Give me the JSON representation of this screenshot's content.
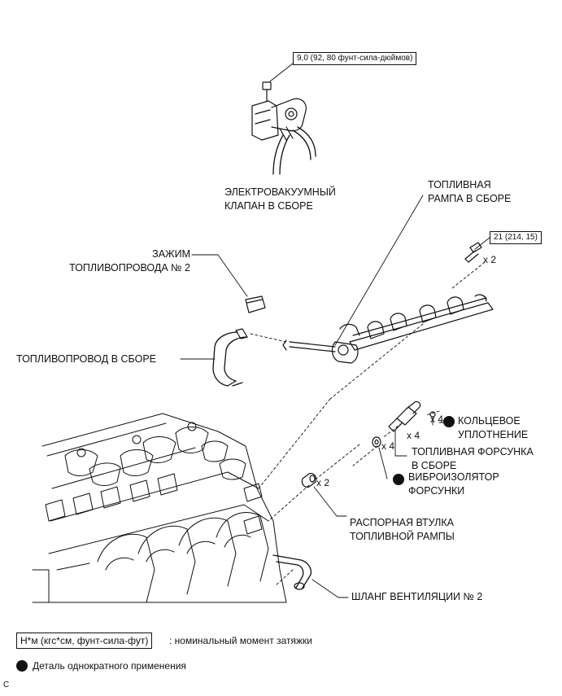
{
  "labels": {
    "vsv": "ЭЛЕКТРОВАКУУМНЫЙ\nКЛАПАН В СБОРЕ",
    "rail": "ТОПЛИВНАЯ\nРАМПА В СБОРЕ",
    "clamp": "ЗАЖИМ\nТОПЛИВОПРОВОДА № 2",
    "fuel_pipe": "ТОПЛИВОПРОВОД В СБОРЕ",
    "o_ring": "КОЛЬЦЕВОЕ\nУПЛОТНЕНИЕ",
    "injector": "ТОПЛИВНАЯ ФОРСУНКА\nВ СБОРЕ",
    "insulator": "ВИБРОИЗОЛЯТОР\nФОРСУНКИ",
    "spacer": "РАСПОРНАЯ ВТУЛКА\nТОПЛИВНОЙ РАМПЫ",
    "hose": "ШЛАНГ ВЕНТИЛЯЦИИ № 2"
  },
  "torques": {
    "vsv_bolt": "9,0 (92, 80 фунт-сила-дюймов)",
    "rail_bolt": "21 (214, 15)"
  },
  "counts": {
    "rail_bolt": "x 2",
    "o_ring": "x 4",
    "injector": "x 4",
    "insulator": "x 4",
    "spacer": "x 2"
  },
  "legend": {
    "torque_unit": "Н*м (кгс*см, фунт-сила-фут)",
    "torque_desc": ": номинальный момент затяжки",
    "non_reusable": "Деталь однократного применения"
  },
  "corner_mark": "C",
  "colors": {
    "ink": "#111111",
    "background": "#ffffff"
  }
}
